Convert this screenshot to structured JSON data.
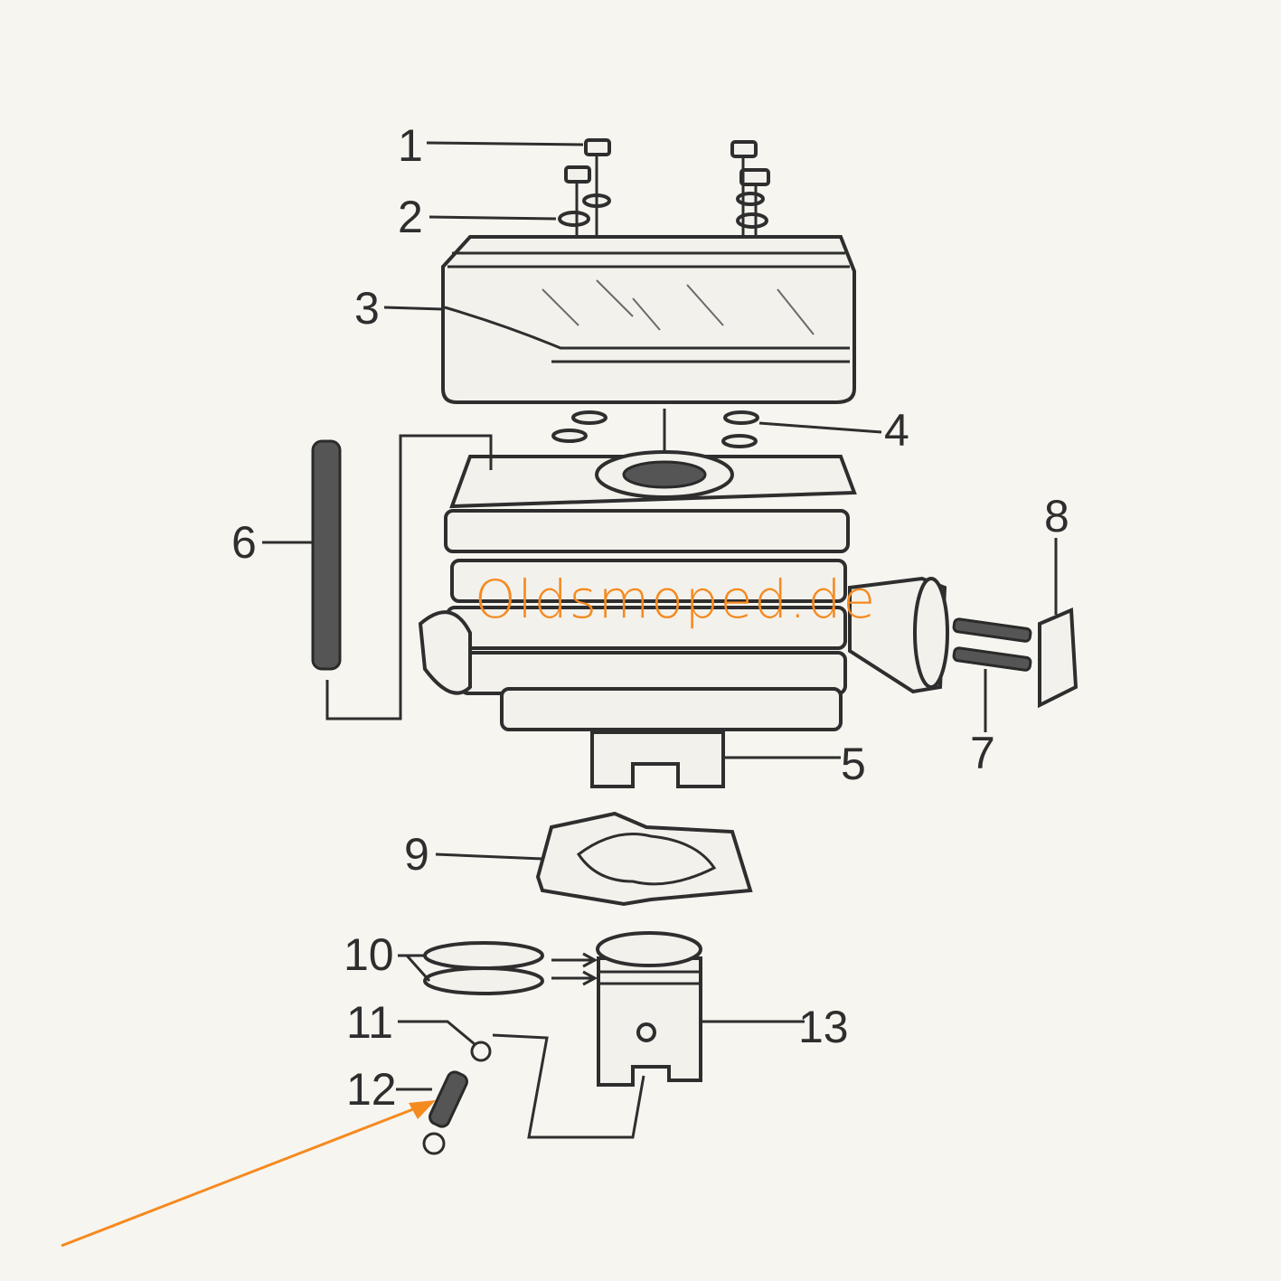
{
  "watermark": "Oldsmoped.de",
  "callouts": [
    {
      "number": "1",
      "part": "cylinder-head-nut"
    },
    {
      "number": "2",
      "part": "washer"
    },
    {
      "number": "3",
      "part": "cylinder-head"
    },
    {
      "number": "4",
      "part": "head-gasket-washer"
    },
    {
      "number": "5",
      "part": "cylinder"
    },
    {
      "number": "6",
      "part": "stud"
    },
    {
      "number": "7",
      "part": "exhaust-stud"
    },
    {
      "number": "8",
      "part": "exhaust-gasket"
    },
    {
      "number": "9",
      "part": "base-gasket"
    },
    {
      "number": "10",
      "part": "piston-rings"
    },
    {
      "number": "11",
      "part": "circlip"
    },
    {
      "number": "12",
      "part": "piston-pin"
    },
    {
      "number": "13",
      "part": "piston"
    }
  ],
  "colors": {
    "pointer_arrow": "#f58a1f",
    "ink": "#2e2e2e",
    "paper": "#f7f5f0"
  }
}
